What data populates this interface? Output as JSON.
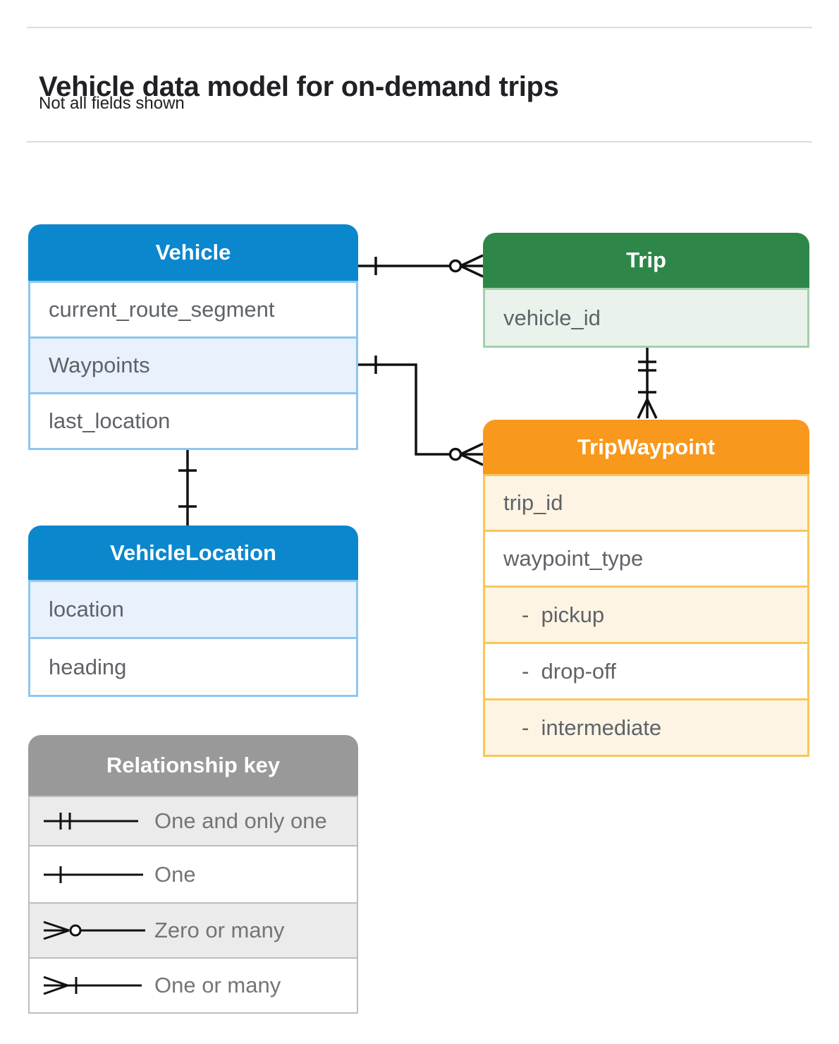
{
  "header": {
    "title": "Vehicle data model for on-demand trips",
    "subtitle": "Not all fields shown"
  },
  "tables": {
    "vehicle": {
      "title": "Vehicle",
      "fields": [
        "current_route_segment",
        "Waypoints",
        "last_location"
      ]
    },
    "trip": {
      "title": "Trip",
      "fields": [
        "vehicle_id"
      ]
    },
    "trip_waypoint": {
      "title": "TripWaypoint",
      "fields": [
        "trip_id",
        "waypoint_type",
        "-  pickup",
        "-  drop-off",
        "-  intermediate"
      ]
    },
    "vehicle_location": {
      "title": "VehicleLocation",
      "fields": [
        "location",
        "heading"
      ]
    }
  },
  "legend": {
    "title": "Relationship key",
    "items": [
      {
        "symbol": "one-and-only-one",
        "label": "One and only one"
      },
      {
        "symbol": "one",
        "label": "One"
      },
      {
        "symbol": "zero-or-many",
        "label": "Zero or many"
      },
      {
        "symbol": "one-or-many",
        "label": "One or many"
      }
    ]
  },
  "connectors": [
    {
      "from": "Vehicle",
      "to": "Trip",
      "from_end": "One",
      "to_end": "Zero or many"
    },
    {
      "from": "Vehicle.Waypoints",
      "to": "TripWaypoint",
      "from_end": "One",
      "to_end": "Zero or many"
    },
    {
      "from": "Trip",
      "to": "TripWaypoint",
      "from_end": "One and only one",
      "to_end": "One or many"
    },
    {
      "from": "Vehicle",
      "to": "VehicleLocation",
      "from_end": "One and only one",
      "to_end": "One and only one"
    }
  ],
  "colors": {
    "vehicle_header": "#0b87ce",
    "trip_header": "#2e8748",
    "trip_waypoint_header": "#f8981d",
    "legend_header": "#999999",
    "field_text": "#5f6368"
  }
}
